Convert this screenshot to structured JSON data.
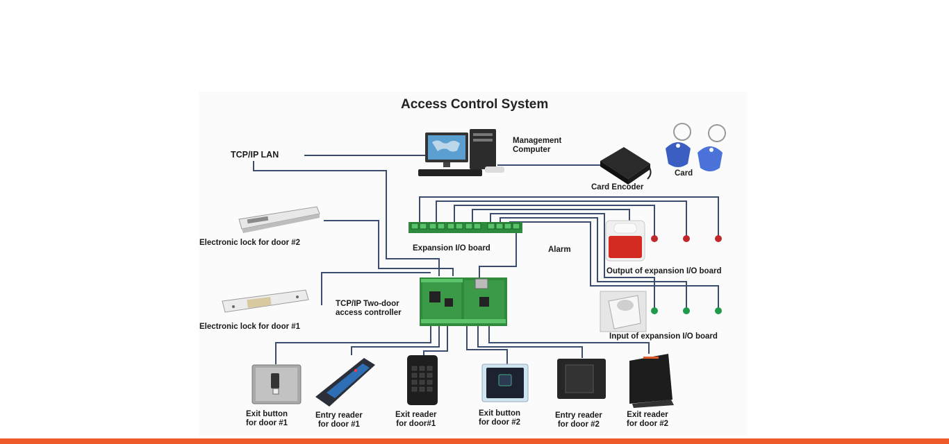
{
  "diagram": {
    "title": "Access Control System",
    "labels": {
      "tcpip_lan": "TCP/IP LAN",
      "management_computer_1": "Management",
      "management_computer_2": "Computer",
      "card_encoder": "Card Encoder",
      "card": "Card",
      "lock_door2": "Electronic lock for door #2",
      "lock_door1": "Electronic lock for door #1",
      "expansion_board": "Expansion I/O board",
      "alarm": "Alarm",
      "output_expansion": "Output of expansion I/O board",
      "input_expansion": "Input of expansion I/O board",
      "controller_1": "TCP/IP Two-door",
      "controller_2": "access controller",
      "exit_button_door1_1": "Exit button",
      "exit_button_door1_2": "for door #1",
      "entry_reader_door1_1": "Entry reader",
      "entry_reader_door1_2": "for door #1",
      "exit_reader_door1_1": "Exit reader",
      "exit_reader_door1_2": "for door#1",
      "exit_button_door2_1": "Exit button",
      "exit_button_door2_2": "for door #2",
      "entry_reader_door2_1": "Entry reader",
      "entry_reader_door2_2": "for door #2",
      "exit_reader_door2_1": "Exit reader",
      "exit_reader_door2_2": "for door #2"
    }
  },
  "colors": {
    "line": "#3b4d6e",
    "board_green": "#2e8b3e",
    "output_red": "#c0282a",
    "input_green": "#1f9a48",
    "accent_bar": "#f15a2b"
  },
  "icons": [
    "computer-icon",
    "card-encoder-icon",
    "rfid-card-icon",
    "magnetic-lock-icon",
    "electric-strike-icon",
    "io-board-icon",
    "controller-board-icon",
    "siren-icon",
    "motion-sensor-icon",
    "exit-button-icon",
    "card-reader-icon",
    "keypad-reader-icon"
  ]
}
